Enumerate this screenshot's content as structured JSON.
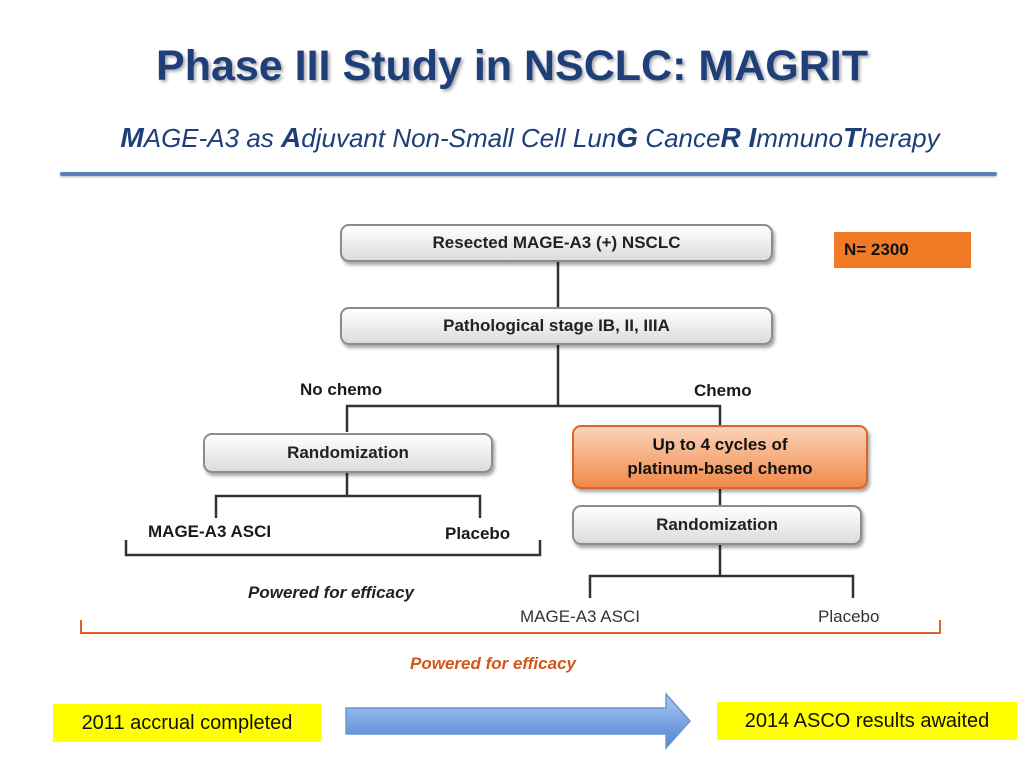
{
  "title": "Phase III Study in NSCLC: MAGRIT",
  "subtitle": {
    "parts": [
      "M",
      "AGE-A3 as ",
      "A",
      "djuvant Non-Small Cell Lun",
      "G",
      " Cance",
      "R",
      " I",
      "mmuno",
      "T",
      "herapy"
    ]
  },
  "flow": {
    "resected": "Resected MAGE-A3 (+) NSCLC",
    "n_label": "N= 2300",
    "stage": "Pathological stage IB, II, IIIA",
    "no_chemo": "No chemo",
    "chemo": "Chemo",
    "randomization_left": "Randomization",
    "chemo_box": "Up to 4 cycles of platinum-based chemo",
    "randomization_right": "Randomization",
    "left_arm_a": "MAGE-A3 ASCI",
    "left_arm_b": "Placebo",
    "right_arm_a": "MAGE-A3 ASCI",
    "right_arm_b": "Placebo",
    "powered_left": "Powered for efficacy",
    "powered_overall": "Powered for efficacy"
  },
  "timeline": {
    "left": "2011 accrual completed",
    "right": "2014 ASCO results awaited"
  },
  "colors": {
    "title": "#1f3f7a",
    "orange": "#f07a26",
    "orange_text": "#d0561c",
    "yellow": "#ffff00",
    "arrow": "#6f9fe0"
  }
}
